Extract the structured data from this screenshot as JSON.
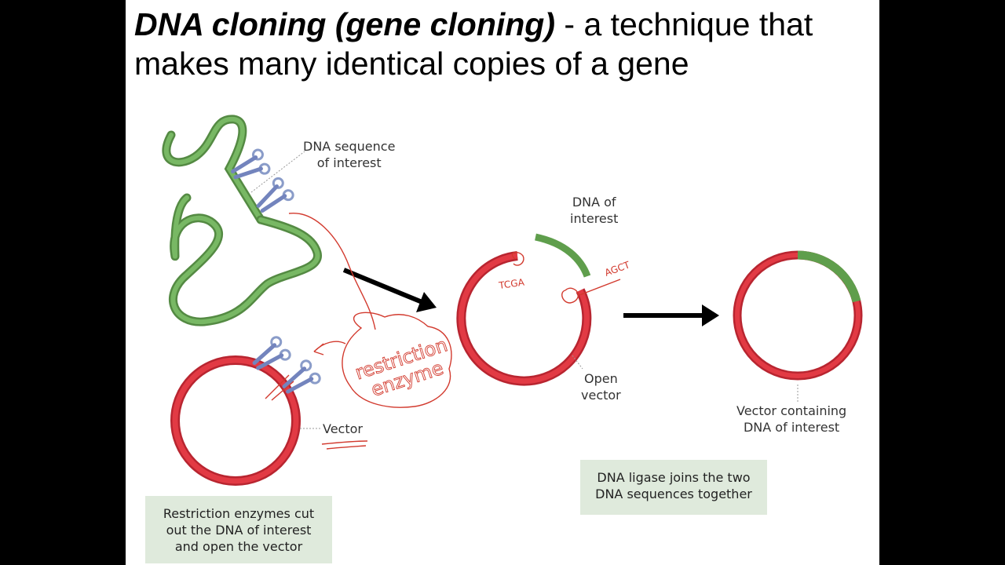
{
  "title": {
    "emphasis": "DNA cloning (gene cloning)",
    "rest": " - a technique that makes many identical copies of a gene"
  },
  "labels": {
    "dna_sequence": [
      "DNA sequence",
      "of interest"
    ],
    "dna_of_interest": [
      "DNA of",
      "interest"
    ],
    "open_vector": [
      "Open",
      "vector"
    ],
    "vector": "Vector",
    "vector_containing": [
      "Vector containing",
      "DNA of interest"
    ]
  },
  "captions": {
    "restriction": [
      "Restriction enzymes cut",
      "out the DNA of interest",
      "and open the vector"
    ],
    "ligase": [
      "DNA ligase joins the two",
      "DNA sequences together"
    ]
  },
  "annotations": {
    "enzyme": [
      "restriction",
      "enzyme"
    ],
    "left_end": "TCGA",
    "right_end": "AGCT"
  },
  "colors": {
    "dna_green": "#6aaa55",
    "vector_red": "#d8303a",
    "ink_red": "#d23a2e",
    "scissors": "#8a9cc9",
    "caption_bg": "#dfeadc"
  }
}
